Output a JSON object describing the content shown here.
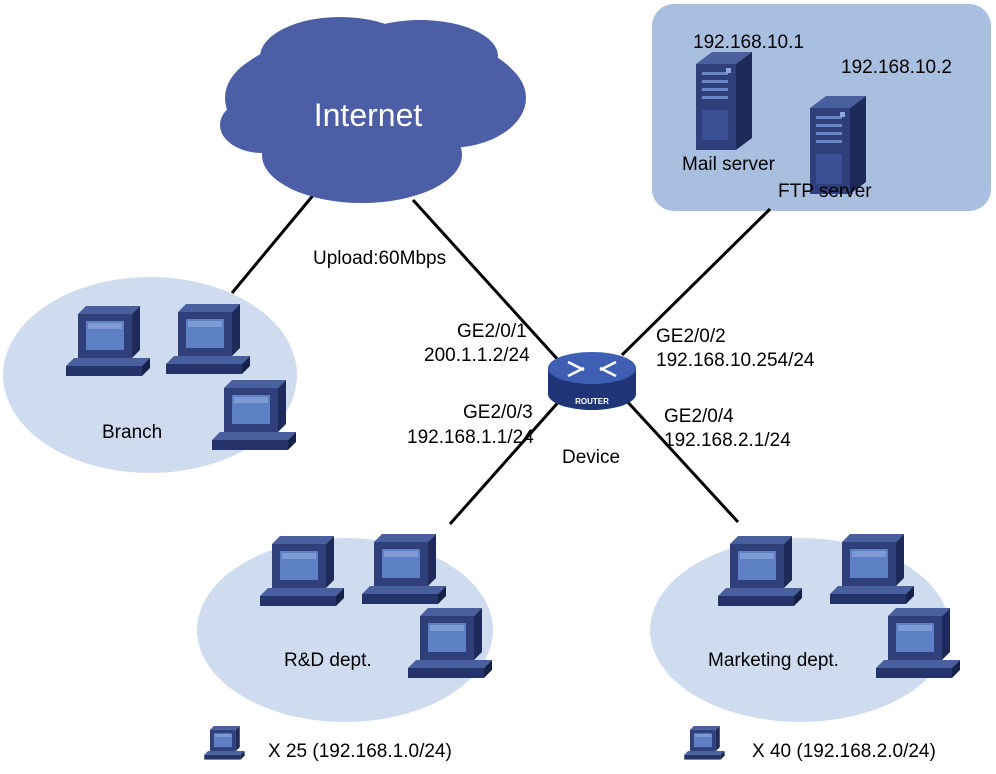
{
  "colors": {
    "cloud": "#4b5ea6",
    "group_fill": "#cfdcf0",
    "server_zone": "#a9bfe0",
    "link": "#000000",
    "router": "#2f4b9e",
    "pc": "#2e3f7a",
    "screen": "#5d7fc4"
  },
  "internet": {
    "label": "Internet",
    "icon": "cloud-icon"
  },
  "device": {
    "label": "Device",
    "badge": "ROUTER",
    "icon": "router-icon"
  },
  "upload": "Upload:60Mbps",
  "interfaces": {
    "ge201": {
      "name": "GE2/0/1",
      "ip": "200.1.1.2/24"
    },
    "ge202": {
      "name": "GE2/0/2",
      "ip": "192.168.10.254/24"
    },
    "ge203": {
      "name": "GE2/0/3",
      "ip": "192.168.1.1/24"
    },
    "ge204": {
      "name": "GE2/0/4",
      "ip": "192.168.2.1/24"
    }
  },
  "servers": {
    "mail": {
      "label": "Mail server",
      "ip": "192.168.10.1",
      "icon": "server-icon"
    },
    "ftp": {
      "label": "FTP server",
      "ip": "192.168.10.2",
      "icon": "server-icon"
    }
  },
  "groups": {
    "branch": {
      "label": "Branch",
      "icon": "pc-icon"
    },
    "rd": {
      "label": "R&D dept.",
      "icon": "pc-icon"
    },
    "marketing": {
      "label": "Marketing dept.",
      "icon": "pc-icon"
    }
  },
  "legend": {
    "rd": "X 25 (192.168.1.0/24)",
    "marketing": "X 40 (192.168.2.0/24)"
  }
}
